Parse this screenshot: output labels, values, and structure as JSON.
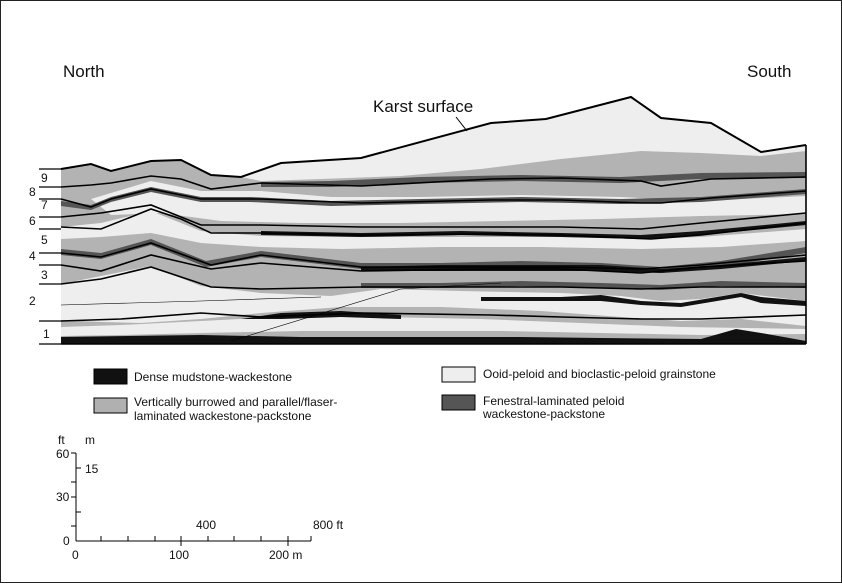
{
  "labels": {
    "north": "North",
    "south": "South",
    "karst": "Karst surface"
  },
  "units": [
    "1",
    "2",
    "3",
    "4",
    "5",
    "6",
    "7",
    "8",
    "9"
  ],
  "legend": [
    {
      "color": "#111111",
      "lines": [
        "Dense mudstone-wackestone"
      ]
    },
    {
      "color": "#eeeeee",
      "lines": [
        "Ooid-peloid and bioclastic-peloid grainstone"
      ]
    },
    {
      "color": "#b0b0b0",
      "lines": [
        "Vertically burrowed and parallel/flaser-",
        "laminated wackestone-packstone"
      ]
    },
    {
      "color": "#555555",
      "lines": [
        "Fenestral-laminated peloid",
        "wackestone-packstone"
      ]
    }
  ],
  "scale": {
    "ft_unit": "ft",
    "m_unit": "m",
    "v_ft": [
      "60",
      "30",
      "0"
    ],
    "v_m": "15",
    "h_top": [
      "400",
      "800 ft"
    ],
    "h_bottom": [
      "0",
      "100",
      "200 m"
    ]
  }
}
